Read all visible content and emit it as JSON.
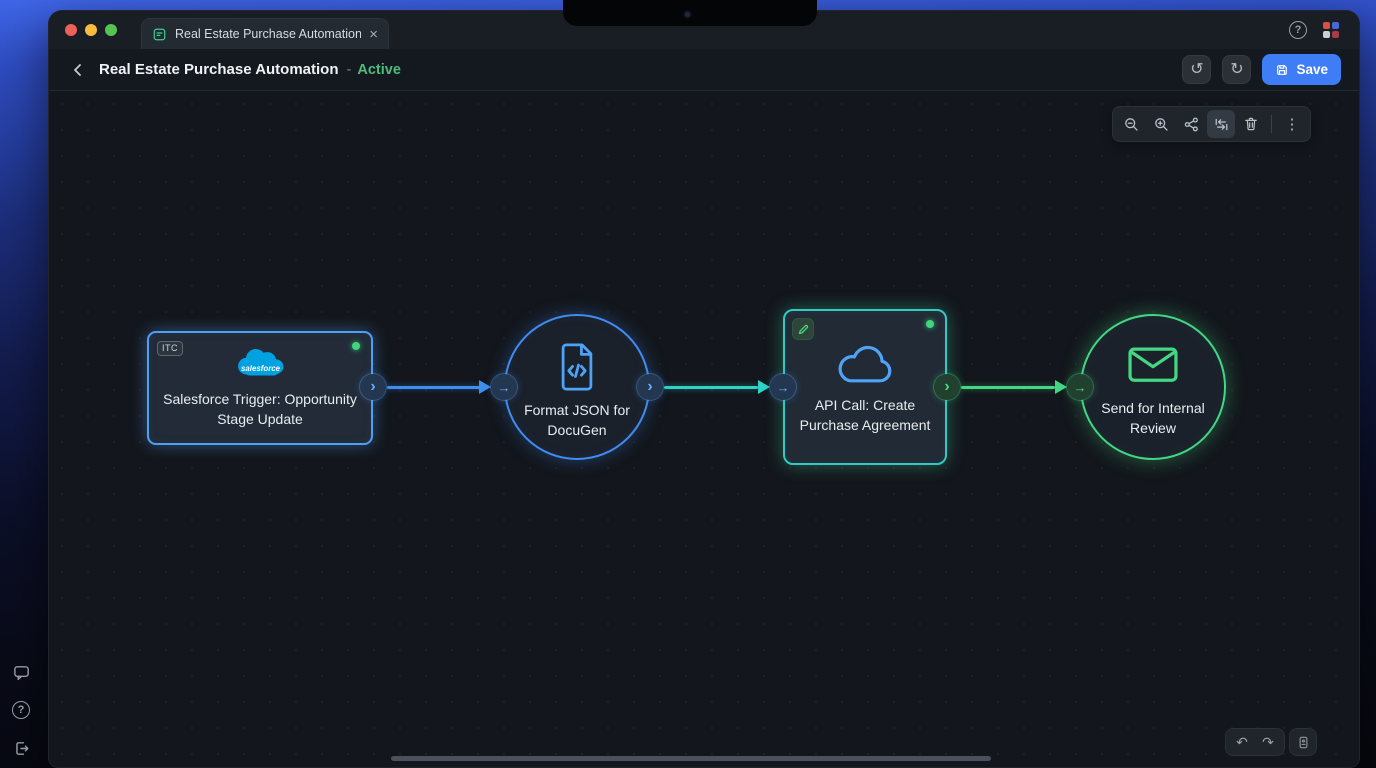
{
  "colors": {
    "accent_blue": "#4a9ef5",
    "connection_blue": "#3e8ef0",
    "connection_teal": "#2ed3c6",
    "connection_green": "#43d783",
    "salesforce_blue": "#00a1e0",
    "save_button": "#3e7df6",
    "status_active_green": "#4fbd7c",
    "traffic_lights": {
      "close": "#f0605a",
      "minimize": "#f6bd3e",
      "zoom": "#57c353"
    }
  },
  "tab_bar": {
    "tab_title": "Real Estate Purchase Automation",
    "close_icon": "×",
    "right_icons": [
      "help-circle",
      "extension-logo"
    ]
  },
  "header": {
    "back_icon": "chevron-left",
    "title": "Real Estate Purchase Automation",
    "separator": "-",
    "status": "Active",
    "save_label": "Save",
    "buttons": [
      "undo",
      "redo",
      "save"
    ]
  },
  "icons": {
    "undo": "↺",
    "redo": "↻",
    "undo_small": "↶",
    "redo_small": "↷",
    "kebab": "⋮",
    "help": "?",
    "port_chevron": "›",
    "port_arrow": "→"
  },
  "canvas_toolbar": {
    "items": [
      "zoom-out",
      "zoom-in",
      "share",
      "auto-layout",
      "delete",
      "more"
    ],
    "active_item": "auto-layout"
  },
  "canvas": {
    "nodes": [
      {
        "type": "trigger",
        "shape": "rectangle",
        "badge": "ITC",
        "icon": "salesforce-cloud",
        "logo_text": "salesforce",
        "title": "Salesforce Trigger: Opportunity Stage Update",
        "status_dot": true
      },
      {
        "type": "action",
        "shape": "circle",
        "icon": "file-code",
        "title": "Format JSON for DocuGen"
      },
      {
        "type": "action",
        "shape": "rectangle",
        "icon": "cloud",
        "edit_badge": true,
        "title": "API Call: Create Purchase Agreement",
        "status_dot": true
      },
      {
        "type": "action",
        "shape": "circle",
        "icon": "envelope",
        "title": "Send for Internal Review"
      }
    ],
    "connections": [
      {
        "from": 0,
        "to": 1,
        "color": "#3e8ef0"
      },
      {
        "from": 1,
        "to": 2,
        "color": "#2ed3c6"
      },
      {
        "from": 2,
        "to": 3,
        "color": "#43d783"
      }
    ]
  },
  "footer_controls": [
    "undo",
    "redo",
    "minimap"
  ],
  "desktop_strip_icons": [
    "chat",
    "help",
    "logout"
  ]
}
